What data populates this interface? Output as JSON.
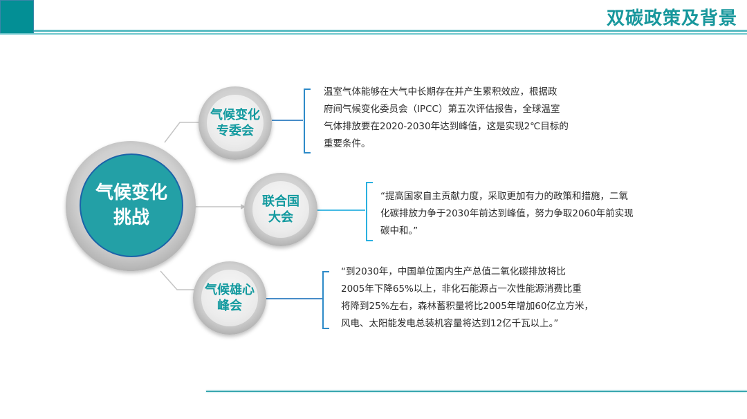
{
  "header": {
    "title": "双碳政策及背景"
  },
  "colors": {
    "accent": "#038f95",
    "title_text": "#17979c",
    "main_circle": "#23a0a6",
    "bracket": "#2d8ac8"
  },
  "diagram": {
    "center": {
      "line1": "气候变化",
      "line2": "挑战"
    },
    "nodes": [
      {
        "line1": "气候变化",
        "line2": "专委会",
        "text": [
          "温室气体能够在大气中长期存在并产生累积效应，根据政",
          "府间气候变化委员会（IPCC）第五次评估报告，全球温室",
          "气体排放要在2020-2030年达到峰值，这是实现2℃目标的",
          "重要条件。"
        ]
      },
      {
        "line1": "联合国",
        "line2": "大会",
        "text": [
          "“提高国家自主贡献力度，采取更加有力的政策和措施，二氧",
          "化碳排放力争于2030年前达到峰值，努力争取2060年前实现",
          "碳中和。”"
        ]
      },
      {
        "line1": "气候雄心",
        "line2": "峰会",
        "text": [
          "“到2030年，中国单位国内生产总值二氧化碳排放将比",
          "2005年下降65%以上，非化石能源占一次性能源消费比重",
          "将降到25%左右，森林蓄积量将比2005年增加60亿立方米，",
          "风电、太阳能发电总装机容量将达到12亿千瓦以上。”"
        ]
      }
    ]
  }
}
